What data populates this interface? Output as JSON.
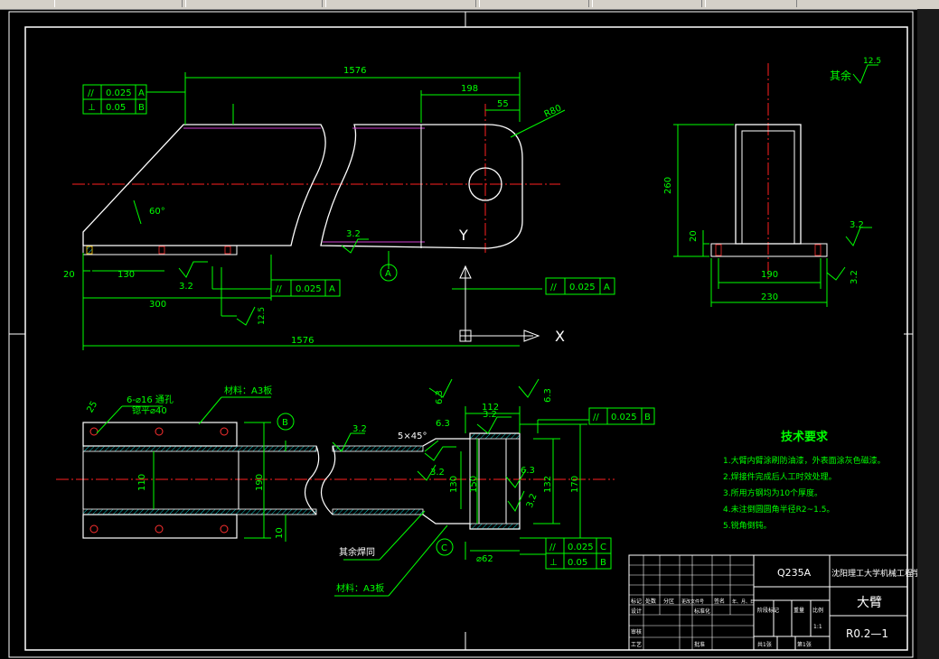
{
  "toolbar_tabs": [
    "",
    "",
    "",
    "",
    "",
    ""
  ],
  "top_view": {
    "overall_length": "1576",
    "dim_198": "198",
    "dim_55": "55",
    "radius": "R80",
    "angle": "60°",
    "dim_20": "20",
    "dim_130": "130",
    "dim_300": "300",
    "dim_1576_bottom": "1576",
    "rough_32a": "3.2",
    "rough_32b": "3.2",
    "rough_125": "12.5",
    "fcf1_sym": "//",
    "fcf1_val": "0.025",
    "fcf1_ref": "A",
    "fcf2_sym": "⊥",
    "fcf2_val": "0.05",
    "fcf2_ref": "B",
    "fcf3_sym": "//",
    "fcf3_val": "0.025",
    "fcf3_ref": "A",
    "fcf4_sym": "//",
    "fcf4_val": "0.025",
    "fcf4_ref": "A",
    "datum_a": "A",
    "axis_y": "Y",
    "axis_x": "X"
  },
  "side_view": {
    "rest_label": "其余",
    "rest_rough": "12.5",
    "dim_260": "260",
    "dim_20": "20",
    "dim_190": "190",
    "dim_230": "230",
    "rough_32a": "3.2",
    "rough_32b": "3.2"
  },
  "section_view": {
    "holes_label": "6-⌀16 通孔",
    "holes_sub": "锪平⌀40",
    "dim_25": "25",
    "material_top": "材料：A3板",
    "datum_b": "B",
    "dim_110": "110",
    "dim_190": "190",
    "dim_10": "10",
    "rough_32a": "3.2",
    "chamfer": "5×45°",
    "rough_63a": "6.3",
    "rough_63b": "6.3",
    "rough_63c": "6.3",
    "rough_63d": "6.3",
    "dim_112": "112",
    "rough_32b": "3.2",
    "rough_32c": "3.2",
    "rough_32d": "3.2",
    "dim_130": "130",
    "dim_150": "150",
    "dim_132": "132",
    "dim_170": "170",
    "dim_62": "⌀62",
    "datum_c": "C",
    "rest_weld": "其余焊同",
    "material_bottom": "材料：A3板",
    "fcf5_sym": "//",
    "fcf5_val": "0.025",
    "fcf5_ref": "B",
    "fcf6_sym": "//",
    "fcf6_val": "0.025",
    "fcf6_ref": "C",
    "fcf7_sym": "⊥",
    "fcf7_val": "0.05",
    "fcf7_ref": "B"
  },
  "tech_req": {
    "title": "技术要求",
    "items": [
      "1.大臂内臂涂刷防油漆，外表面涂灰色磁漆。",
      "2.焊接件完成后人工时效处理。",
      "3.所用方钢均为10个厚度。",
      "4.未注倒圆圆角半径R2~1.5。",
      "5.锐角倒钝。"
    ]
  },
  "title_block": {
    "material": "Q235A",
    "school": "沈阳理工大学机械工程学院",
    "part_name": "大臂",
    "drawing_no": "R0.2—1",
    "row_labels": [
      "标记",
      "处数",
      "分区",
      "更改文件号",
      "签名",
      "年、月、日"
    ],
    "designer": "设计",
    "standard": "标准化",
    "review": "审核",
    "process": "工艺",
    "approve": "批准",
    "stage": "阶段标记",
    "weight": "重量",
    "scale": "比例",
    "scale_val": "1:1",
    "sheets": "共1张",
    "sheet_no": "第1张"
  }
}
